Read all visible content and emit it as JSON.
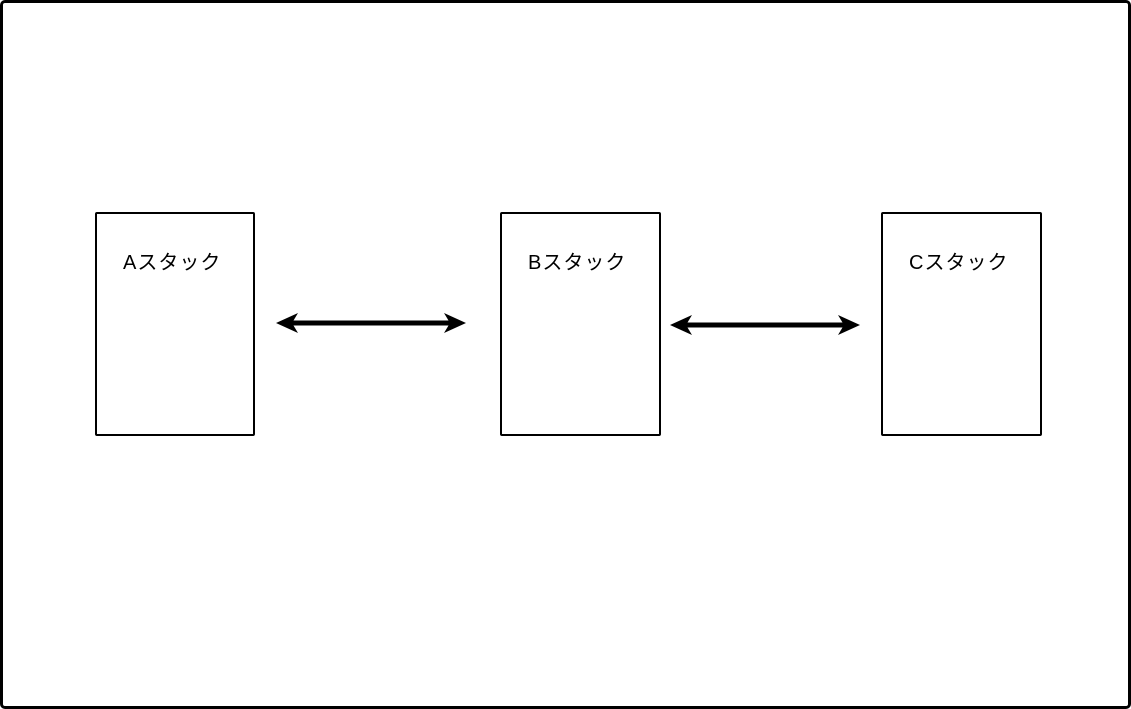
{
  "diagram": {
    "title": "stack-link-diagram",
    "background_color": "#ffffff",
    "stroke_color": "#000000",
    "nodes": [
      {
        "id": "a",
        "label": "Aスタック"
      },
      {
        "id": "b",
        "label": "Bスタック"
      },
      {
        "id": "c",
        "label": "Cスタック"
      }
    ],
    "edges": [
      {
        "from": "Aスタック",
        "to": "Bスタック",
        "type": "bidirectional-arrow"
      },
      {
        "from": "Bスタック",
        "to": "Cスタック",
        "type": "bidirectional-arrow"
      }
    ]
  }
}
